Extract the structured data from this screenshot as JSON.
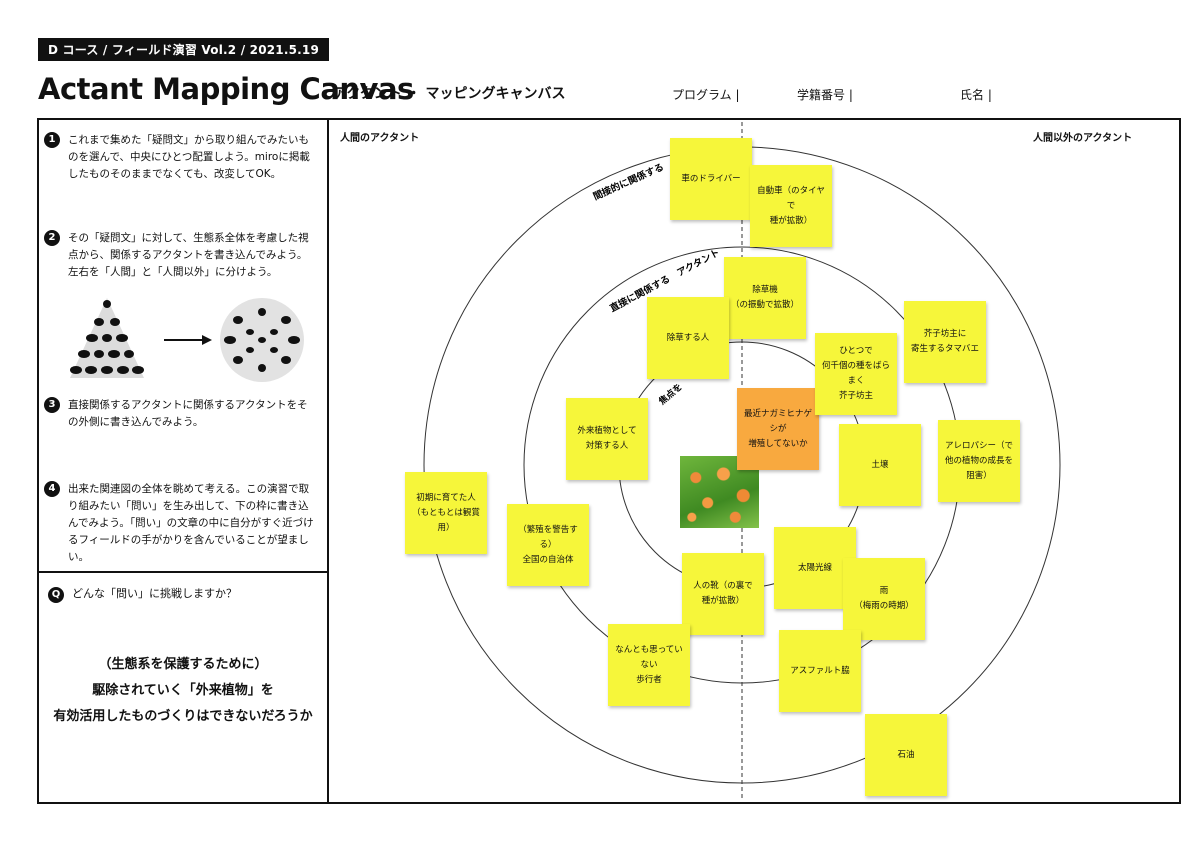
{
  "header": {
    "badge": "D コース / フィールド演習 Vol.2 / 2021.5.19",
    "title_en": "Actant Mapping Canvas",
    "title_jp": "アクタント ・ マッピングキャンバス",
    "fields": [
      "プログラム |",
      "学籍番号 |",
      "氏名 |"
    ]
  },
  "instructions": {
    "steps": [
      {
        "num": "1",
        "text": "これまで集めた「疑問文」から取り組んでみたいものを選んで、中央にひとつ配置しよう。miroに掲載したものそのままでなくても、改変してOK。"
      },
      {
        "num": "2",
        "text": "その「疑問文」に対して、生態系全体を考慮した視点から、関係するアクタントを書き込んでみよう。左右を「人間」と「人間以外」に分けよう。"
      },
      {
        "num": "3",
        "text": "直接関係するアクタントに関係するアクタントをその外側に書き込んでみよう。"
      },
      {
        "num": "4",
        "text": "出来た関連図の全体を眺めて考える。この演習で取り組みたい「問い」を生み出して、下の枠に書き込んでみよう。「問い」の文章の中に自分がすぐ近づけるフィールドの手がかりを含んでいることが望ましい。"
      }
    ],
    "question_num": "Q",
    "question_label": "どんな「問い」に挑戦しますか？",
    "answer": "（生態系を保護するために）\n駆除されていく「外来植物」を\n有効活用したものづくりはできないだろうか"
  },
  "canvas": {
    "left_label": "人間のアクタント",
    "right_label": "人間以外のアクタント",
    "ring_labels": {
      "outer": "間接的に関係する　アクタント",
      "middle": "直接に関係する　アクタント",
      "inner": "焦点を　　疑問文"
    },
    "center_note": "最近ナガミヒナゲシが\n増殖してないか",
    "notes": [
      {
        "id": "driver",
        "text": "車のドライバー"
      },
      {
        "id": "car",
        "text": "自動車（のタイヤで\n種が拡散）"
      },
      {
        "id": "mower",
        "text": "除草機\n（の振動で拡散）"
      },
      {
        "id": "weeder",
        "text": "除草する人"
      },
      {
        "id": "mite",
        "text": "芥子坊主に\n寄生するタマバエ"
      },
      {
        "id": "poppyhead",
        "text": "ひとつで\n何千個の種をばらまく\n芥子坊主"
      },
      {
        "id": "alien",
        "text": "外来植物として\n対策する人"
      },
      {
        "id": "soil",
        "text": "土壌"
      },
      {
        "id": "allelopathy",
        "text": "アレロパシー（で\n他の植物の成長を阻害）"
      },
      {
        "id": "first",
        "text": "初期に育てた人\n（もともとは観賞用）"
      },
      {
        "id": "gov",
        "text": "（繁殖を警告する）\n全国の自治体"
      },
      {
        "id": "sun",
        "text": "太陽光線"
      },
      {
        "id": "shoes",
        "text": "人の靴（の裏で\n種が拡散）"
      },
      {
        "id": "rain",
        "text": "雨\n（梅雨の時期）"
      },
      {
        "id": "walker",
        "text": "なんとも思っていない\n歩行者"
      },
      {
        "id": "asphalt",
        "text": "アスファルト脇"
      },
      {
        "id": "oil",
        "text": "石油"
      }
    ],
    "photo_icon": "poppy-field-photo"
  },
  "colors": {
    "sticky": "#f6f63a",
    "center_sticky": "#f8a93f",
    "line": "#111111"
  }
}
